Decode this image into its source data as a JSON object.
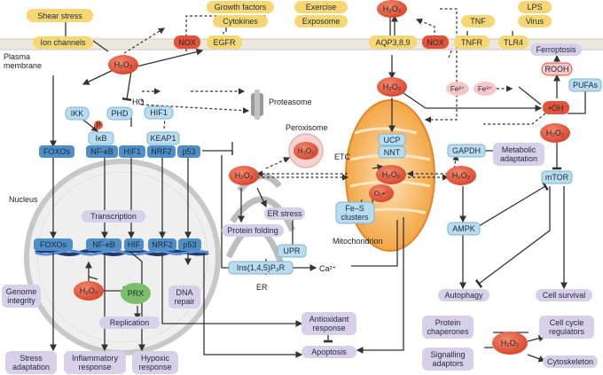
{
  "top": {
    "shear_stress": "Shear stress",
    "growth_factors": "Growth factors",
    "cytokines": "Cytokines",
    "exercise": "Exercise",
    "exposome": "Exposome",
    "tnf": "TNF",
    "lps": "LPS",
    "virus": "Virus"
  },
  "membrane": {
    "label_line1": "Plasma",
    "label_line2": "membrane",
    "ion_channels": "Ion channels",
    "nox": "NOX",
    "egfr": "EGFR",
    "aqp": "AQP3,8,9",
    "nox2": "NOX",
    "tnfr": "TNFR",
    "tlr4": "TLR4"
  },
  "h2o2": "H₂O₂",
  "cytosol": {
    "ikk": "IKK",
    "phd": "PHD",
    "ho": "HO",
    "hif1_cyt": "HIF1",
    "proteasome": "Proteasome",
    "p": "P",
    "ikb": "IκB",
    "nfkb_cyt": "NF-κB",
    "hif1": "HIF1",
    "foxos_cyt": "FOXOs",
    "keap1": "KEAP1",
    "nrf2_cyt": "NRF2",
    "p53_cyt": "p53",
    "peroxisome": "Peroxisome",
    "etc": "ETC",
    "ucp": "UCP",
    "nnt": "NNT",
    "superoxide": "O₂•⁻",
    "fes_line1": "Fe–S",
    "fes_line2": "clusters",
    "mitochondrion": "Mitochondrion",
    "er_stress": "ER stress",
    "protein_folding": "Protein folding",
    "upr": "UPR",
    "ip3r": "Ins(1,4,5)P₃R",
    "ca": "Ca²⁺",
    "er": "ER",
    "ferroptosis": "Ferroptosis",
    "fe2": "Fe²⁺",
    "fe3": "Fe³⁺",
    "rooh": "ROOH",
    "pufas": "PUFAs",
    "oh": "•OH",
    "gapdh": "GAPDH",
    "metabolic_line1": "Metabolic",
    "metabolic_line2": "adaptation",
    "mtor": "mTOR",
    "ampk": "AMPK",
    "autophagy": "Autophagy",
    "cell_survival": "Cell survival"
  },
  "nucleus": {
    "label": "Nucleus",
    "transcription": "Transcription",
    "foxos": "FOXOs",
    "nfkb": "NF-κB",
    "hif": "HIF",
    "nrf2": "NRF2",
    "p53": "p53",
    "genome_line1": "Genome",
    "genome_line2": "integrity",
    "prx": "PRX",
    "replication": "Replication",
    "dna_line1": "DNA",
    "dna_line2": "repair"
  },
  "outcomes": {
    "stress_line1": "Stress",
    "stress_line2": "adaptation",
    "inflam_line1": "Inflammatory",
    "inflam_line2": "response",
    "hypoxic_line1": "Hypoxic",
    "hypoxic_line2": "response",
    "antiox_line1": "Antioxidant",
    "antiox_line2": "response",
    "apoptosis": "Apoptosis",
    "chaperones_line1": "Protein",
    "chaperones_line2": "chaperones",
    "cellcycle_line1": "Cell cycle",
    "cellcycle_line2": "regulators",
    "signalling_line1": "Signalling",
    "signalling_line2": "adaptors",
    "cytoskeleton": "Cytoskeleton"
  },
  "colors": {
    "yellow": "#f7d774",
    "red": "#e2533a",
    "blue_light": "#b9dcef",
    "blue_mid": "#4f8fc6",
    "purple": "#d8cfe9",
    "green": "#7bbf6a",
    "pink": "#f4c8c8",
    "mito": "#f5a13a"
  }
}
